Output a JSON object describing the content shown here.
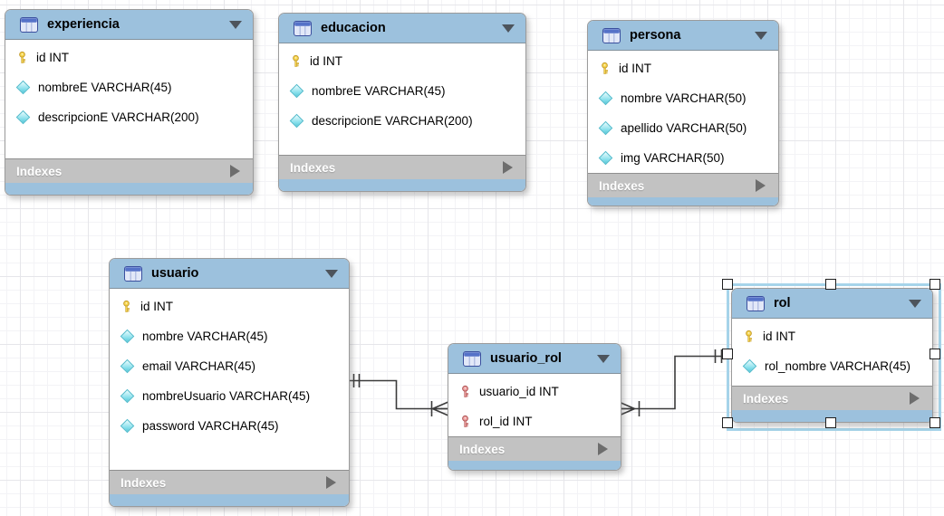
{
  "diagram": {
    "labels": {
      "indexes": "Indexes"
    },
    "colors": {
      "header_blue": "#9cc1dd",
      "footer_gray": "#c2c2c2",
      "footer_text": "#ffffff",
      "selection_blue": "#a6d4ea",
      "line_color": "#3b3b3b",
      "primary_key_yellow": "#f6d44c",
      "foreign_key_red": "#eda0a0",
      "attribute_cyan": "#86dfeb"
    },
    "tables": [
      {
        "title": "experiencia",
        "footer_label": "Indexes",
        "columns": [
          {
            "icon": "primary-key-icon",
            "text": "id INT"
          },
          {
            "icon": "attribute-icon",
            "text": "nombreE VARCHAR(45)"
          },
          {
            "icon": "attribute-icon",
            "text": "descripcionE VARCHAR(200)"
          }
        ]
      },
      {
        "title": "educacion",
        "footer_label": "Indexes",
        "columns": [
          {
            "icon": "primary-key-icon",
            "text": "id INT"
          },
          {
            "icon": "attribute-icon",
            "text": "nombreE VARCHAR(45)"
          },
          {
            "icon": "attribute-icon",
            "text": "descripcionE VARCHAR(200)"
          }
        ]
      },
      {
        "title": "persona",
        "footer_label": "Indexes",
        "columns": [
          {
            "icon": "primary-key-icon",
            "text": "id INT"
          },
          {
            "icon": "attribute-icon",
            "text": "nombre VARCHAR(50)"
          },
          {
            "icon": "attribute-icon",
            "text": "apellido VARCHAR(50)"
          },
          {
            "icon": "attribute-icon",
            "text": "img VARCHAR(50)"
          }
        ]
      },
      {
        "title": "usuario",
        "footer_label": "Indexes",
        "columns": [
          {
            "icon": "primary-key-icon",
            "text": "id INT"
          },
          {
            "icon": "attribute-icon",
            "text": "nombre VARCHAR(45)"
          },
          {
            "icon": "attribute-icon",
            "text": "email VARCHAR(45)"
          },
          {
            "icon": "attribute-icon",
            "text": "nombreUsuario VARCHAR(45)"
          },
          {
            "icon": "attribute-icon",
            "text": "password VARCHAR(45)"
          }
        ]
      },
      {
        "title": "usuario_rol",
        "footer_label": "Indexes",
        "columns": [
          {
            "icon": "foreign-key-icon",
            "text": "usuario_id INT"
          },
          {
            "icon": "foreign-key-icon",
            "text": "rol_id INT"
          }
        ]
      },
      {
        "title": "rol",
        "selected": true,
        "footer_label": "Indexes",
        "columns": [
          {
            "icon": "primary-key-icon",
            "text": "id INT"
          },
          {
            "icon": "attribute-icon",
            "text": "rol_nombre VARCHAR(45)"
          }
        ]
      }
    ],
    "relationships": [
      {
        "from": "usuario",
        "to": "usuario_rol",
        "from_end": "one",
        "to_end": "many"
      },
      {
        "from": "rol",
        "to": "usuario_rol",
        "from_end": "one",
        "to_end": "many"
      }
    ]
  }
}
